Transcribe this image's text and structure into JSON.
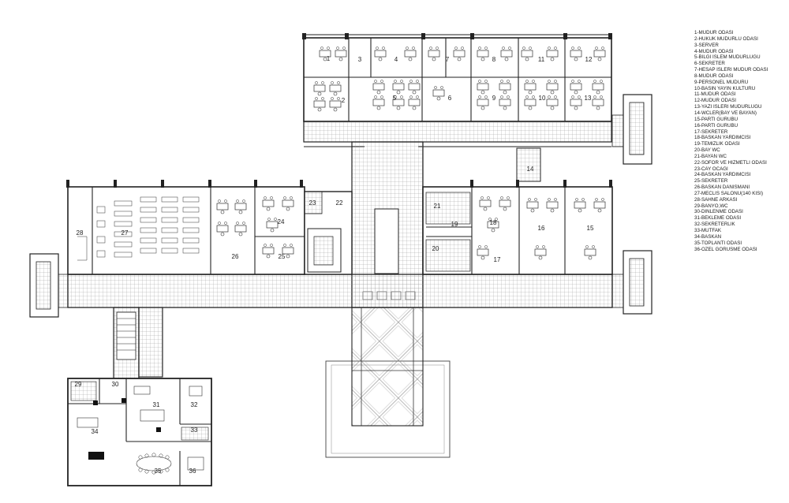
{
  "legend": [
    "1-MUDUR ODASI",
    "2-HUKUK MUDURLU ODASI",
    "3-SERVER",
    "4-MUDUR ODASI",
    "5-BILGI ISLEM MUDURLUGU",
    "6-SEKRETER",
    "7-HESAP ISLERI MUDUR ODASI",
    "8-MUDUR ODASI",
    "9-PERSONEL MUDURU",
    "10-BASIN YAYIN KULTURU",
    "11-MUDUR ODASI",
    "12-MUDUR ODASI",
    "13-YAZI ISLERI MUDURLUGU",
    "14-WCLER(BAY VE BAYAN)",
    "15-PARTI GURUBU",
    "16-PARTI GURUBU",
    "17-SEKRETER",
    "18-BASKAN YARDIMCISI",
    "19-TEMIZLIK ODASI",
    "20-BAY WC",
    "21-BAYAN WC",
    "22-SOFOR VE HIZMETLI ODASI",
    "23-CAY OCAGI",
    "24-BASKAN YARDIMCISI",
    "25-SEKRETER",
    "26-BASKAN DANISMANI",
    "27-MECLIS SALONU(140 KISI)",
    "28-SAHNE ARKASI",
    "29-BANYO,WC",
    "30-DINLENME ODASI",
    "31-BEKLEME ODASI",
    "32-SEKRETERLIK",
    "33-MUTFAK",
    "34-BASKAN",
    "35-TOPLANTI ODASI",
    "36-OZEL GORUSME ODASI"
  ],
  "rooms": {
    "r1": "1",
    "r2": "2",
    "r3": "3",
    "r4": "4",
    "r5": "5",
    "r6": "6",
    "r7": "7",
    "r8": "8",
    "r9": "9",
    "r10": "10",
    "r11": "11",
    "r12": "12",
    "r13": "13",
    "r14": "14",
    "r15": "15",
    "r16": "16",
    "r17": "17",
    "r18": "18",
    "r19": "19",
    "r20": "20",
    "r21": "21",
    "r22": "22",
    "r23": "23",
    "r24": "24",
    "r25": "25",
    "r26": "26",
    "r27": "27",
    "r28": "28",
    "r29": "29",
    "r30": "30",
    "r31": "31",
    "r32": "32",
    "r33": "33",
    "r34": "34",
    "r35": "35",
    "r36": "36"
  }
}
